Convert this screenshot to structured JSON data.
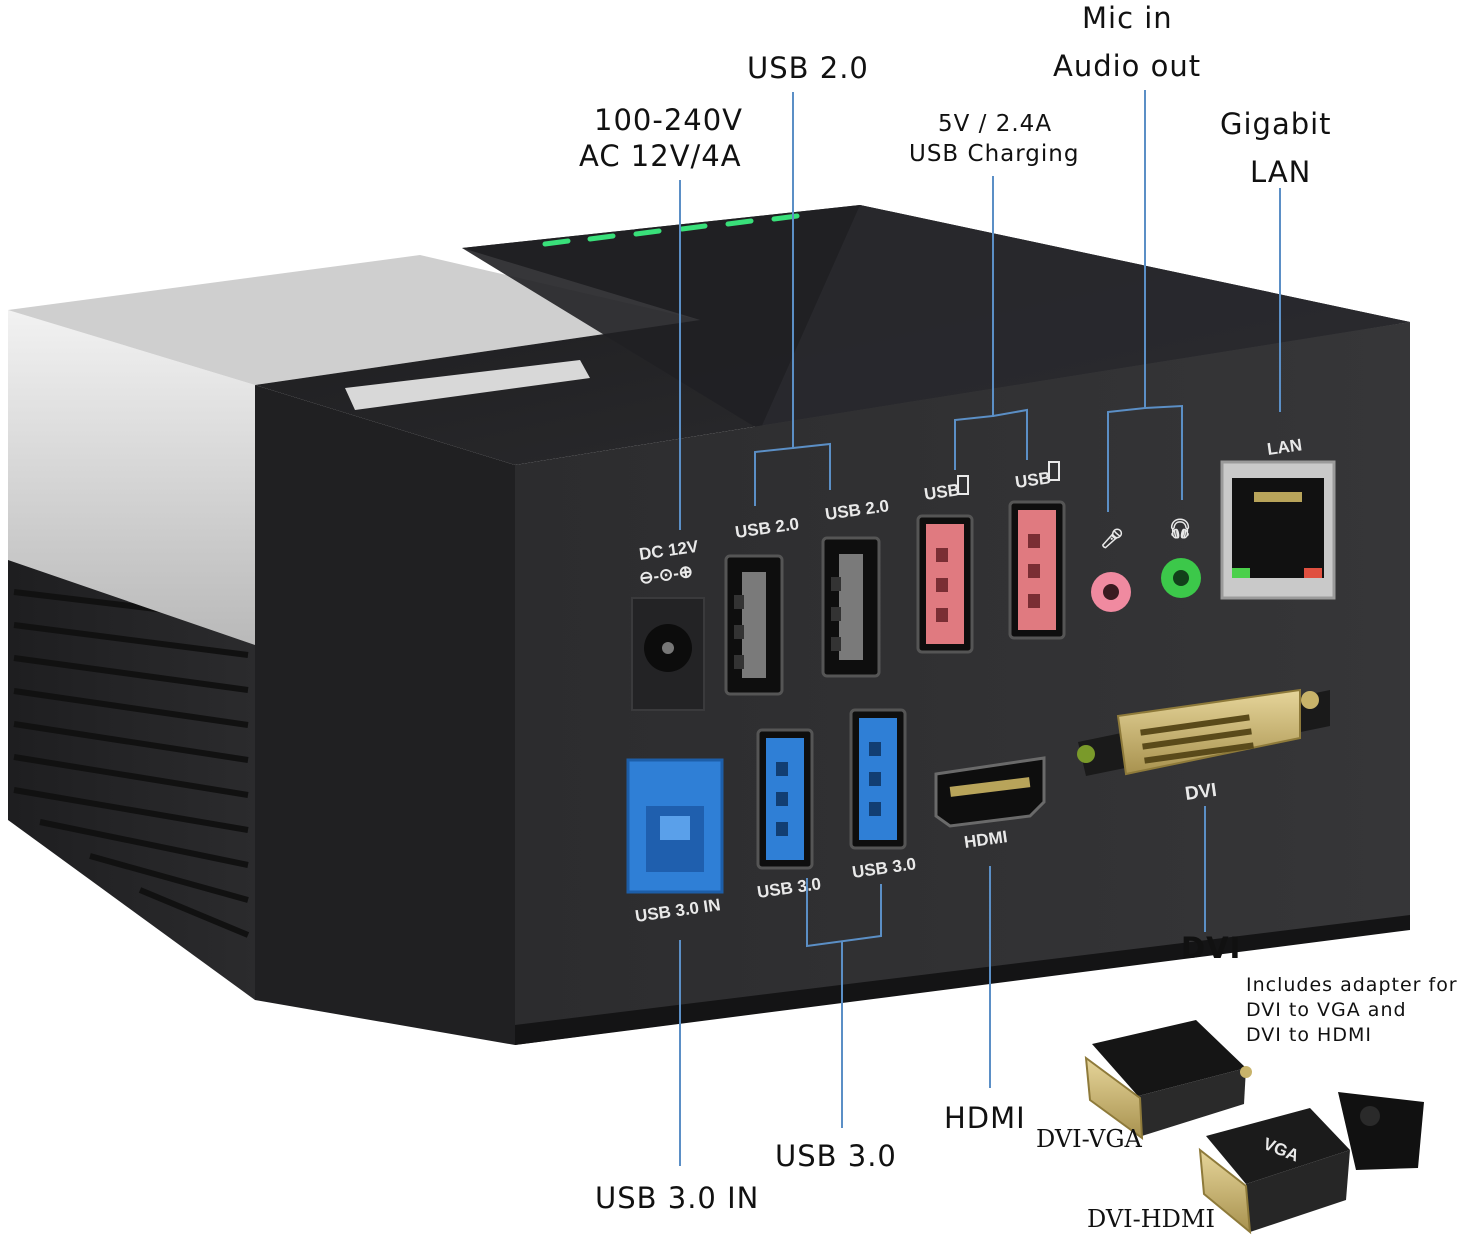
{
  "callouts": {
    "mic_in": "Mic in",
    "audio_out": "Audio out",
    "usb20": "USB 2.0",
    "power_line1": "100-240V",
    "power_line2": "AC 12V/4A",
    "charging_line1": "5V / 2.4A",
    "charging_line2": "USB Charging",
    "gigabit_line1": "Gigabit",
    "gigabit_line2": "LAN",
    "dvi": "DVI",
    "adapter_note_line1": "Includes adapter for",
    "adapter_note_line2": "DVI to VGA and",
    "adapter_note_line3": "DVI to HDMI",
    "hdmi": "HDMI",
    "usb30": "USB 3.0",
    "usb30_in": "USB 3.0 IN",
    "dvi_vga": "DVI-VGA",
    "dvi_hdmi": "DVI-HDMI"
  },
  "panel_labels": {
    "dc": "DC 12V",
    "usb20_a": "USB 2.0",
    "usb20_b": "USB 2.0",
    "usb_charge_a": "USB",
    "usb_charge_b": "USB",
    "lan": "LAN",
    "hdmi": "HDMI",
    "dvi": "DVI",
    "usb30_a": "USB 3.0",
    "usb30_b": "USB 3.0",
    "usb30_in": "USB 3.0 IN"
  },
  "adapter_print": "VGA",
  "colors": {
    "leader_line": "#5b8fc6",
    "dock_body": "#2a2a2c",
    "usb3_blue": "#2f7fd6",
    "charge_red": "#e07a80",
    "mic_pink": "#f08aa0",
    "audio_green": "#3cc84a",
    "dvi_gold": "#c8b36a"
  }
}
